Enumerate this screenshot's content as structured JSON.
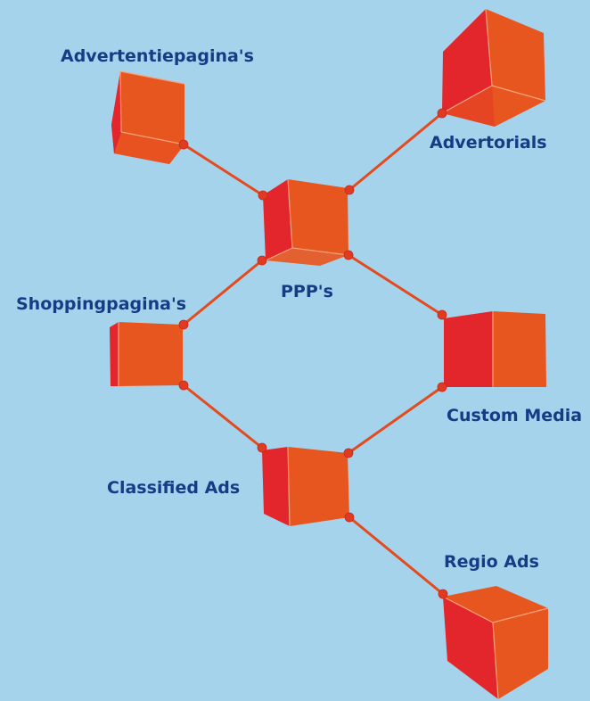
{
  "colors": {
    "background": "#a6d3ec",
    "cube_front": "#e8561f",
    "cube_side": "#e3262b",
    "cube_edge": "#f4a37c",
    "connector": "#e34b1f",
    "connector_dot": "#e03a22",
    "label": "#143d86"
  },
  "nodes": {
    "advertentiepaginas": {
      "label": "Advertentiepagina's"
    },
    "advertorials": {
      "label": "Advertorials"
    },
    "ppps": {
      "label": "PPP's"
    },
    "shoppingpaginas": {
      "label": "Shoppingpagina's"
    },
    "custom_media": {
      "label": "Custom Media"
    },
    "classified_ads": {
      "label": "Classified Ads"
    },
    "regio_ads": {
      "label": "Regio Ads"
    }
  }
}
